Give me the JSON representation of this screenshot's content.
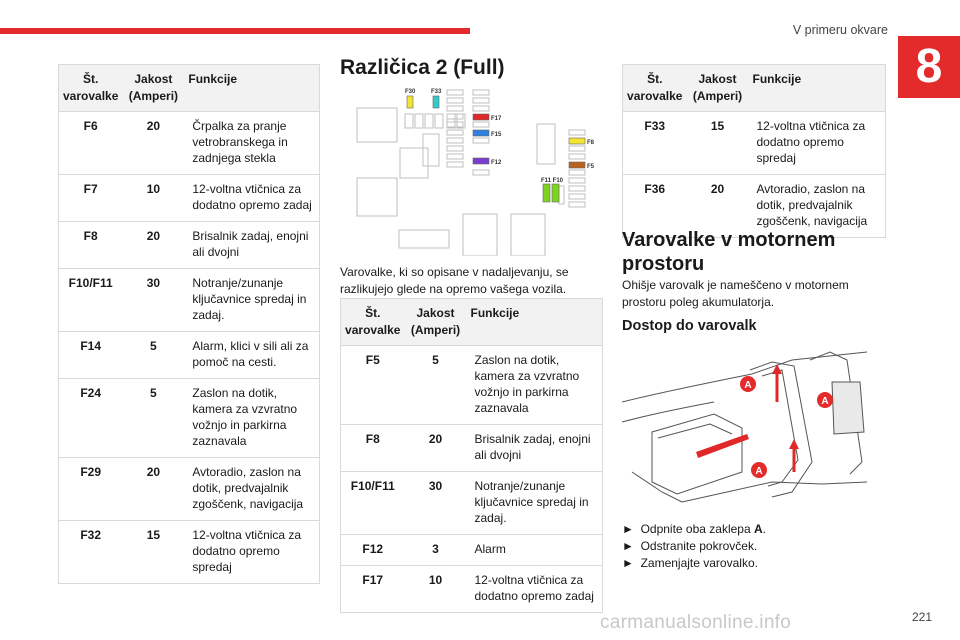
{
  "header": {
    "section_title": "V primeru okvare",
    "chapter_number": "8"
  },
  "table_left": {
    "headers": [
      "Št. varovalke",
      "Jakost (Amperi)",
      "Funkcije"
    ],
    "rows": [
      {
        "fuse": "F6",
        "amp": "20",
        "func": "Črpalka za pranje vetrobranskega in zadnjega stekla"
      },
      {
        "fuse": "F7",
        "amp": "10",
        "func": "12-voltna vtičnica za dodatno opremo zadaj"
      },
      {
        "fuse": "F8",
        "amp": "20",
        "func": "Brisalnik zadaj, enojni ali dvojni"
      },
      {
        "fuse": "F10/F11",
        "amp": "30",
        "func": "Notranje/zunanje ključavnice spredaj in zadaj."
      },
      {
        "fuse": "F14",
        "amp": "5",
        "func": "Alarm, klici v sili ali za pomoč na cesti."
      },
      {
        "fuse": "F24",
        "amp": "5",
        "func": "Zaslon na dotik, kamera za vzvratno vožnjo in parkirna zaznavala"
      },
      {
        "fuse": "F29",
        "amp": "20",
        "func": "Avtoradio, zaslon na dotik, predvajalnik zgoščenk, navigacija"
      },
      {
        "fuse": "F32",
        "amp": "15",
        "func": "12-voltna vtičnica za dodatno opremo spredaj"
      }
    ]
  },
  "middle": {
    "title": "Različica 2 (Full)",
    "diagram_labels": {
      "f30": "F30",
      "f33": "F33",
      "f17": "F17",
      "f15": "F15",
      "f12": "F12",
      "f8": "F8",
      "f5": "F5",
      "f11f10": "F11 F10"
    },
    "intro": "Varovalke, ki so opisane v nadaljevanju, se razlikujejo glede na opremo vašega vozila.",
    "table": {
      "headers": [
        "Št. varovalke",
        "Jakost (Amperi)",
        "Funkcije"
      ],
      "rows": [
        {
          "fuse": "F5",
          "amp": "5",
          "func": "Zaslon na dotik, kamera za vzvratno vožnjo in parkirna zaznavala"
        },
        {
          "fuse": "F8",
          "amp": "20",
          "func": "Brisalnik zadaj, enojni ali dvojni"
        },
        {
          "fuse": "F10/F11",
          "amp": "30",
          "func": "Notranje/zunanje ključavnice spredaj in zadaj."
        },
        {
          "fuse": "F12",
          "amp": "3",
          "func": "Alarm"
        },
        {
          "fuse": "F17",
          "amp": "10",
          "func": "12-voltna vtičnica za dodatno opremo zadaj"
        }
      ]
    }
  },
  "right": {
    "table": {
      "headers": [
        "Št. varovalke",
        "Jakost (Amperi)",
        "Funkcije"
      ],
      "rows": [
        {
          "fuse": "F33",
          "amp": "15",
          "func": "12-voltna vtičnica za dodatno opremo spredaj"
        },
        {
          "fuse": "F36",
          "amp": "20",
          "func": "Avtoradio, zaslon na dotik, predvajalnik zgoščenk, navigacija"
        }
      ]
    },
    "heading": "Varovalke v motornem prostoru",
    "paragraph": "Ohišje varovalk je nameščeno v motornem prostoru poleg akumulatorja.",
    "subheading": "Dostop do varovalk",
    "photo_label": "A",
    "steps": [
      "Odpnite oba zaklepa",
      "Odstranite pokrovček.",
      "Zamenjajte varovalko."
    ],
    "step1_bold": "A",
    "step1_end": ".",
    "bullet": "►"
  },
  "footer": {
    "page_number": "221",
    "watermark": "carmanualsonline.info"
  },
  "colors": {
    "accent": "#e32b2b",
    "fuse_yellow": "#f2e531",
    "fuse_cyan": "#36c9c9",
    "fuse_red": "#e02828",
    "fuse_blue": "#2f7fe0",
    "fuse_purple": "#7a3fd1",
    "fuse_orange": "#b8621f",
    "fuse_green": "#7ed321"
  }
}
